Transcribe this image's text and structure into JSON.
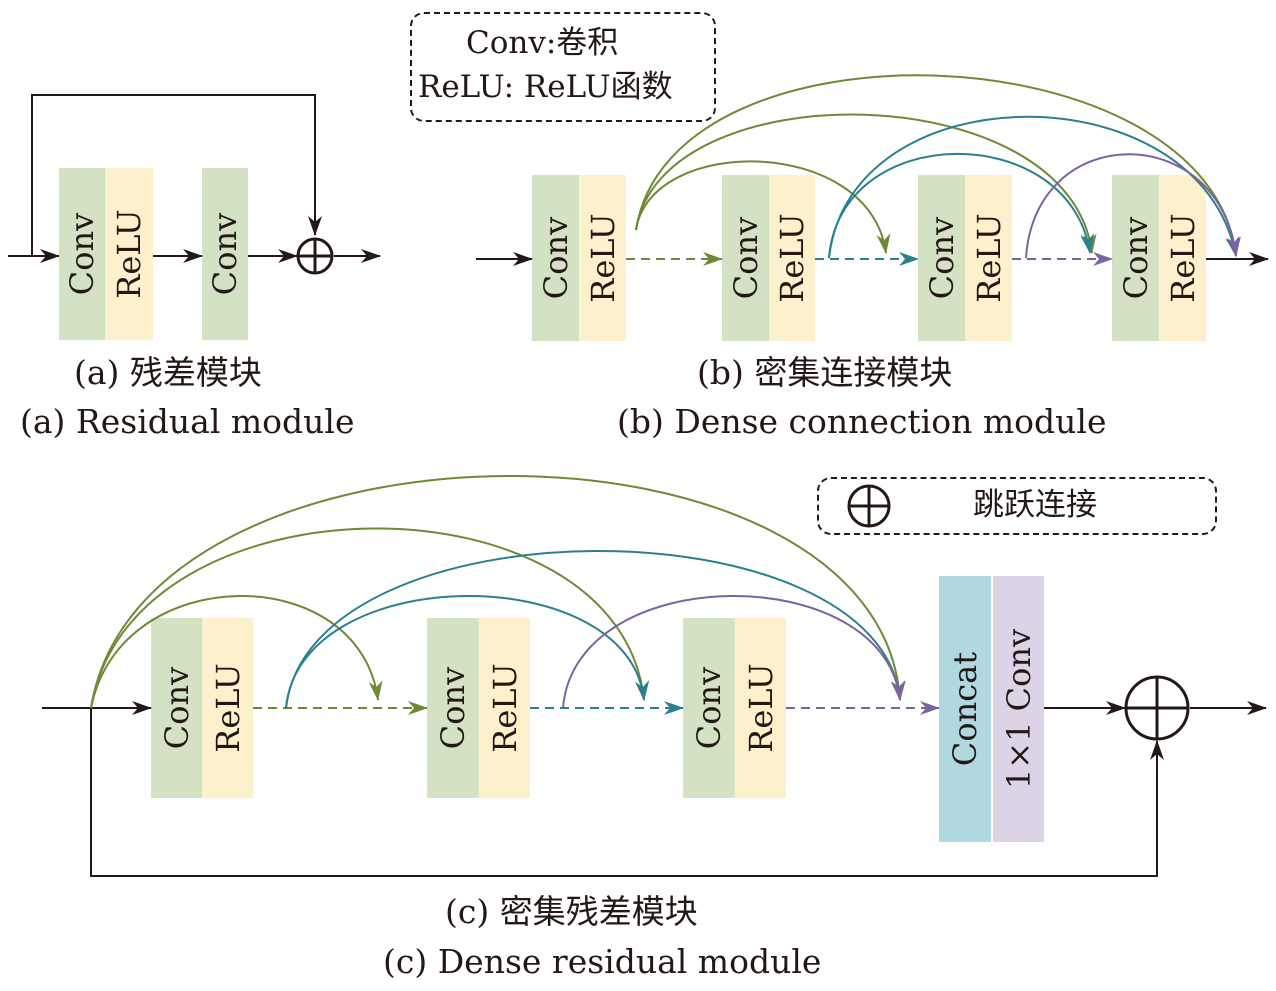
{
  "labels": {
    "conv": "Conv",
    "relu": "ReLU",
    "concat": "Concat",
    "conv1x1": "1×1 Conv"
  },
  "legend_top": {
    "line1": "Conv:卷积",
    "line2": "ReLU: ReLU函数"
  },
  "legend_skip": {
    "label": "跳跃连接"
  },
  "captions": {
    "a_cn": "(a) 残差模块",
    "a_en": "(a) Residual module",
    "b_cn": "(b) 密集连接模块",
    "b_en": "(b) Dense connection module",
    "c_cn": "(c) 密集残差模块",
    "c_en": "(c) Dense residual module"
  },
  "colors": {
    "conv": "#d3e2c2",
    "relu": "#fdf0cc",
    "concat": "#b0d8e1",
    "conv1x1": "#dcd4e6",
    "line": "#231815",
    "green_arrow": "#6e8a35",
    "teal_arrow": "#2a8090",
    "purple_arrow": "#7c63a0"
  }
}
